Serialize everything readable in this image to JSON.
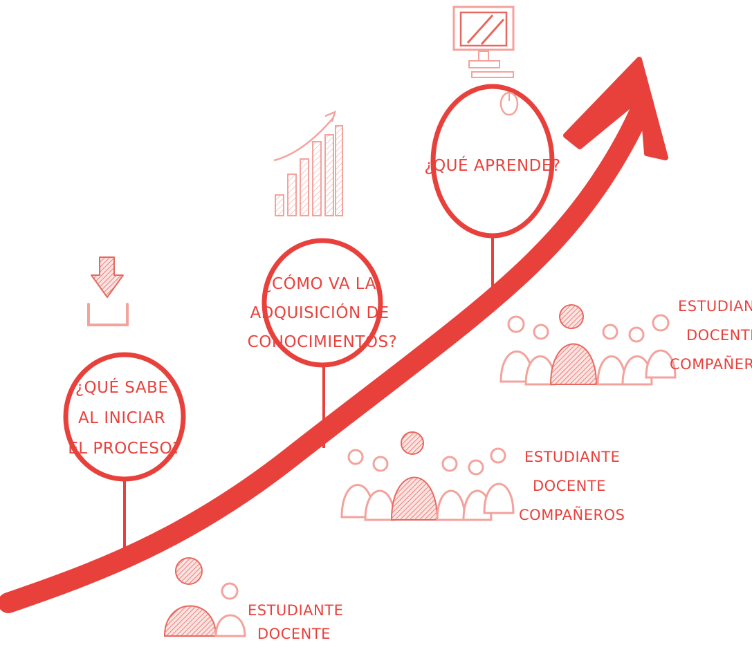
{
  "colors": {
    "accent": "#e8413c",
    "light_accent": "#f3a29c"
  },
  "stages": [
    {
      "question_lines": [
        "¿QUÉ SABE",
        "AL INICIAR",
        "EL PROCESO?"
      ],
      "icon": "download-arrow-icon",
      "participants": [
        "ESTUDIANTE",
        "DOCENTE"
      ]
    },
    {
      "question_lines": [
        "¿CÓMO VA LA",
        "ADQUISICIÓN DE",
        "CONOCIMIENTOS?"
      ],
      "icon": "growth-bar-chart-icon",
      "participants": [
        "ESTUDIANTE",
        "DOCENTE",
        "COMPAÑEROS"
      ]
    },
    {
      "question_lines": [
        "¿QUÉ APRENDE?"
      ],
      "icon": "computer-monitor-icon",
      "participants": [
        "ESTUDIANTE",
        "DOCENTE",
        "COMPAÑEROS"
      ]
    }
  ]
}
